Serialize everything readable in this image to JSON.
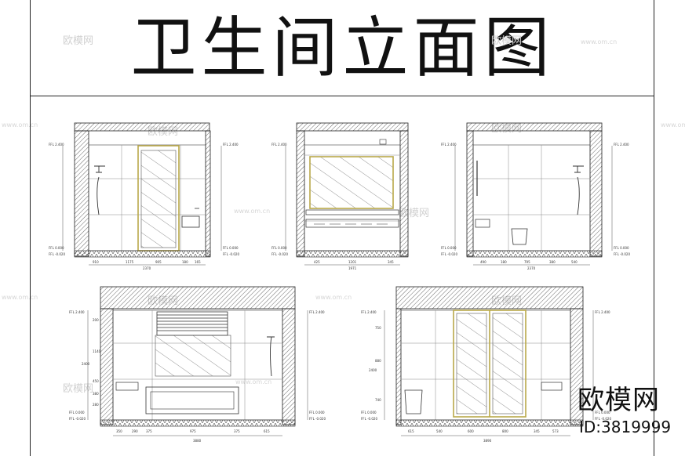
{
  "title": "卫生间立面图",
  "brand": {
    "name": "欧模网",
    "id": "ID:3819999"
  },
  "watermark": {
    "name": "欧模网",
    "url": "www.om.cn"
  },
  "elevations": [
    {
      "id": "a",
      "left_dims": [
        "FFL 2.400",
        "FFL 0.000",
        "FFL -0.020"
      ],
      "right_dims": [
        "FFL 2.400",
        "FFL 0.000",
        "FFL -0.020"
      ],
      "bottom_dims": [
        "910",
        "1175",
        "905",
        "180",
        "165"
      ],
      "total": "2370"
    },
    {
      "id": "b",
      "left_dims": [
        "FFL 2.400",
        "FFL 0.000",
        "FFL -0.020"
      ],
      "right_dims": [],
      "bottom_dims": [
        "425",
        "1201",
        "345"
      ],
      "total": "1971"
    },
    {
      "id": "c",
      "left_dims": [
        "FFL 2.400",
        "FFL 0.000",
        "FFL -0.020"
      ],
      "right_dims": [
        "FFL 2.400",
        "FFL 0.000",
        "FFL -0.020"
      ],
      "bottom_dims": [
        "490",
        "180",
        "795",
        "380",
        "540"
      ],
      "total": "2370"
    },
    {
      "id": "d",
      "left_dims": [
        "FFL 2.400",
        "FFL 0.000",
        "FFL -0.020"
      ],
      "right_dims": [
        "FFL 2.400",
        "FFL 0.000",
        "FFL -0.020"
      ],
      "vertical_dims": [
        "200",
        "1140",
        "2400",
        "450",
        "380",
        "280"
      ],
      "bottom_dims": [
        "350",
        "290",
        "375",
        "975",
        "375",
        "615"
      ],
      "total": "3880"
    },
    {
      "id": "e",
      "left_dims": [
        "FFL 2.400",
        "FFL 0.000",
        "FFL -0.020"
      ],
      "right_dims": [
        "FFL 2.400",
        "FFL 0.000",
        "FFL -0.020"
      ],
      "vertical_dims": [
        "750",
        "880",
        "2400",
        "740"
      ],
      "bottom_dims": [
        "615",
        "540",
        "600",
        "800",
        "345",
        "573"
      ],
      "total": "3890"
    }
  ]
}
